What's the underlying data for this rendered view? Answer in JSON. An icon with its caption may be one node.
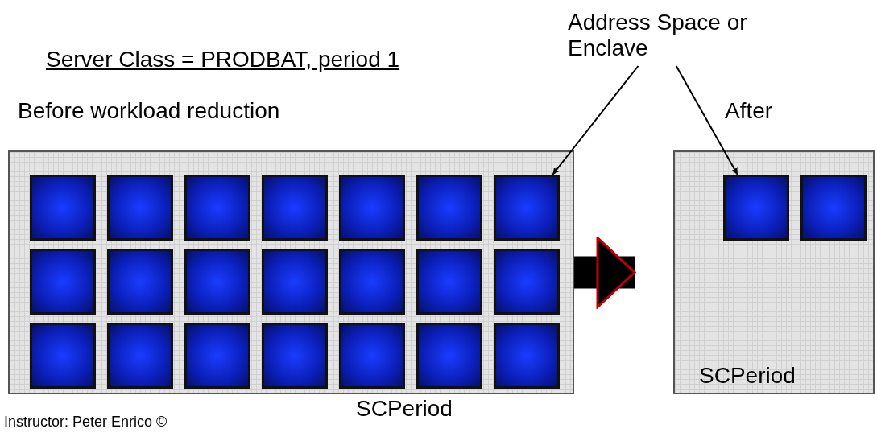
{
  "diagram": {
    "title": "Server Class = PRODBAT, period 1",
    "nodes": [
      {
        "text": [
          "SCPeriod"
        ]
      },
      {
        "text": [],
        "shape": "box",
        "in": 0
      },
      {
        "text": [],
        "shape": "box",
        "in": 0
      },
      {
        "text": [],
        "shape": "box",
        "in": 0
      },
      {
        "text": [],
        "shape": "box",
        "in": 0
      },
      {
        "text": [],
        "shape": "box",
        "in": 0
      },
      {
        "text": [],
        "shape": "box",
        "in": 0
      },
      {
        "text": [],
        "shape": "box",
        "in": 0
      },
      {
        "text": [],
        "shape": "box",
        "in": 0
      },
      {
        "text": [],
        "shape": "box",
        "in": 0
      },
      {
        "text": [],
        "shape": "box",
        "in": 0
      },
      {
        "text": [],
        "shape": "box",
        "in": 0
      },
      {
        "text": [],
        "shape": "box",
        "in": 0
      },
      {
        "text": [],
        "shape": "box",
        "in": 0
      },
      {
        "text": [],
        "shape": "box",
        "in": 0
      },
      {
        "text": [],
        "shape": "box",
        "in": 0
      },
      {
        "text": [],
        "shape": "box",
        "in": 0
      },
      {
        "text": [],
        "shape": "box",
        "in": 0
      },
      {
        "text": [],
        "shape": "box",
        "in": 0
      },
      {
        "text": [],
        "shape": "box",
        "in": 0
      },
      {
        "text": [],
        "shape": "box",
        "in": 0
      },
      {
        "text": [],
        "shape": "box",
        "in": 0
      },
      {
        "text": [
          "SCPeriod"
        ]
      },
      {
        "text": [],
        "shape": "box",
        "in": 22
      },
      {
        "text": [],
        "shape": "box",
        "in": 22
      },
      {
        "text": [
          "Address Space or Enclave"
        ]
      }
    ],
    "edges": [
      {
        "from": 25,
        "to": 7,
        "arrow": "to"
      },
      {
        "from": 25,
        "to": 23,
        "arrow": "to"
      },
      {
        "from": 0,
        "to": 22,
        "arrow": "to",
        "style": "thick"
      }
    ],
    "labels": [
      "Before workload reduction",
      "After",
      "Instructor: Peter Enrico ©"
    ]
  }
}
